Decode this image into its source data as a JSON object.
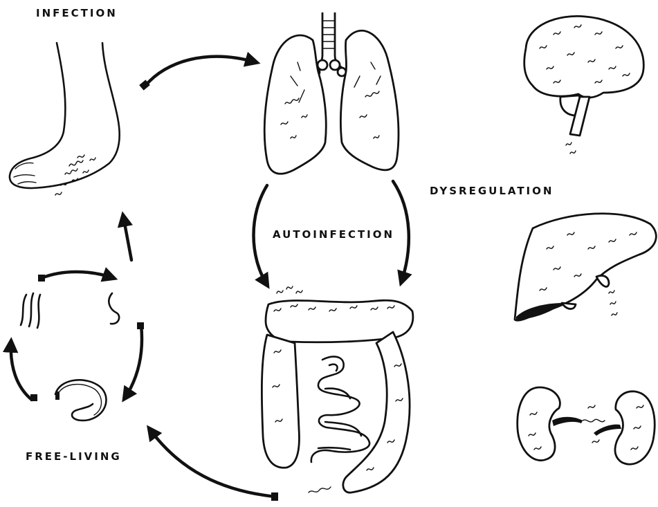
{
  "labels": {
    "infection": "INFECTION",
    "autoinfection": "AUTOINFECTION",
    "dysregulation": "DYSREGULATION",
    "free_living": "FREE-LIVING"
  },
  "illustrations": [
    "foot",
    "lungs",
    "intestines",
    "brain",
    "liver",
    "kidneys",
    "larvae",
    "adult-worm"
  ],
  "colors": {
    "ink": "#111111",
    "background": "#ffffff"
  }
}
